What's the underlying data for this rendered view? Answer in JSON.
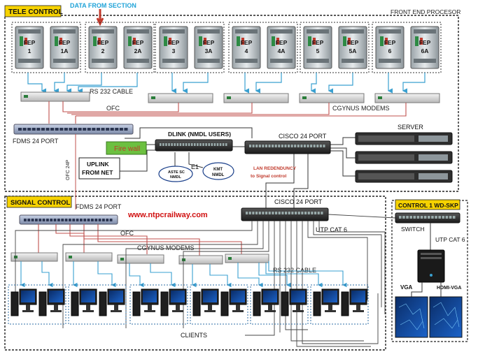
{
  "sections": {
    "tele_control": "TELE CONTROL",
    "data_from_section": "DATA FROM SECTION",
    "front_end": "FRONT END PROCESOR",
    "signal_control": "SIGNAL CONTROL",
    "control_room": "CONTROL 1 WD-SKP"
  },
  "fep_units": [
    "FEP 1",
    "FEP 1A",
    "FEP 2",
    "FEP 2A",
    "FEP 3",
    "FEP 3A",
    "FEP 4",
    "FEP 4A",
    "FEP 5",
    "FEP 5A",
    "FEP 6",
    "FEP 6A"
  ],
  "labels": {
    "rs232_top": "RS 232 CABLE",
    "ofc_top": "OFC",
    "cgynus_top": "CGYNUS MODEMS",
    "fdms_top": "FDMS 24 PORT",
    "dlink": "DLINK (NMDL USERS)",
    "cisco_top": "CISCO  24 PORT",
    "server": "SERVER",
    "firewall": "Fire wall",
    "uplink": "UPLINK FROM NET",
    "e1": "E1",
    "aste": "ASTE SC NMDL",
    "kmt": "KMT NMDL",
    "lan_redundancy": "LAN REDENDUNCY to Signal control",
    "ofc_vertical": "OFC 24P",
    "fdms_bottom": "FDMS 24 PORT",
    "cisco_bottom": "CISCO  24 PORT",
    "website": "www.ntpcrailway.com",
    "ofc_bottom": "OFC",
    "cgynus_bottom": "CGYNUS MODEMS",
    "utp_cat6_mid": "UTP CAT 6",
    "rs232_bottom": "RS 232 CABLE",
    "clients": "CLIENTS",
    "switch": "SWITCH",
    "utp_cat6_right": "UTP CAT 6",
    "vga": "VGA",
    "hdmi_vga": "HDMI-VGA"
  },
  "colors": {
    "tele_label_bg": "#f6d200",
    "data_from_section": "#1fa3d8",
    "firewall_bg": "#6cc040",
    "firewall_text": "#c0392b",
    "website": "#d01010",
    "lan_redundancy": "#c0392b",
    "cable_blue": "#3aa0d0",
    "cable_red": "#c0504d",
    "cable_dark": "#333333"
  }
}
